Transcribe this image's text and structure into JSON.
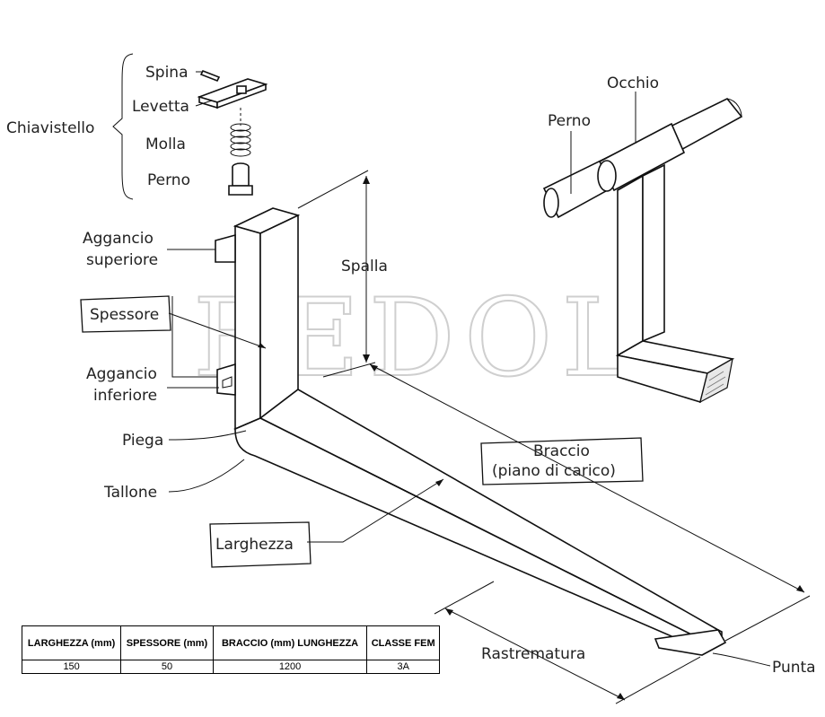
{
  "labels": {
    "chiavistello": "Chiavistello",
    "spina": "Spina",
    "levetta": "Levetta",
    "molla": "Molla",
    "perno_small": "Perno",
    "aggancio_superiore_1": "Aggancio",
    "aggancio_superiore_2": "superiore",
    "spessore": "Spessore",
    "aggancio_inferiore_1": "Aggancio",
    "aggancio_inferiore_2": "inferiore",
    "piega": "Piega",
    "tallone": "Tallone",
    "larghezza": "Larghezza",
    "spalla": "Spalla",
    "braccio_1": "Braccio",
    "braccio_2": "(piano di carico)",
    "rastrematura": "Rastrematura",
    "punta": "Punta",
    "occhio": "Occhio",
    "perno_right": "Perno"
  },
  "watermark": "BEDOL",
  "table": {
    "headers": [
      "LARGHEZZA (mm)",
      "SPESSORE (mm)",
      "BRACCIO (mm) LUNGHEZZA",
      "CLASSE FEM"
    ],
    "rows": [
      [
        "150",
        "50",
        "1200",
        "3A"
      ]
    ]
  }
}
